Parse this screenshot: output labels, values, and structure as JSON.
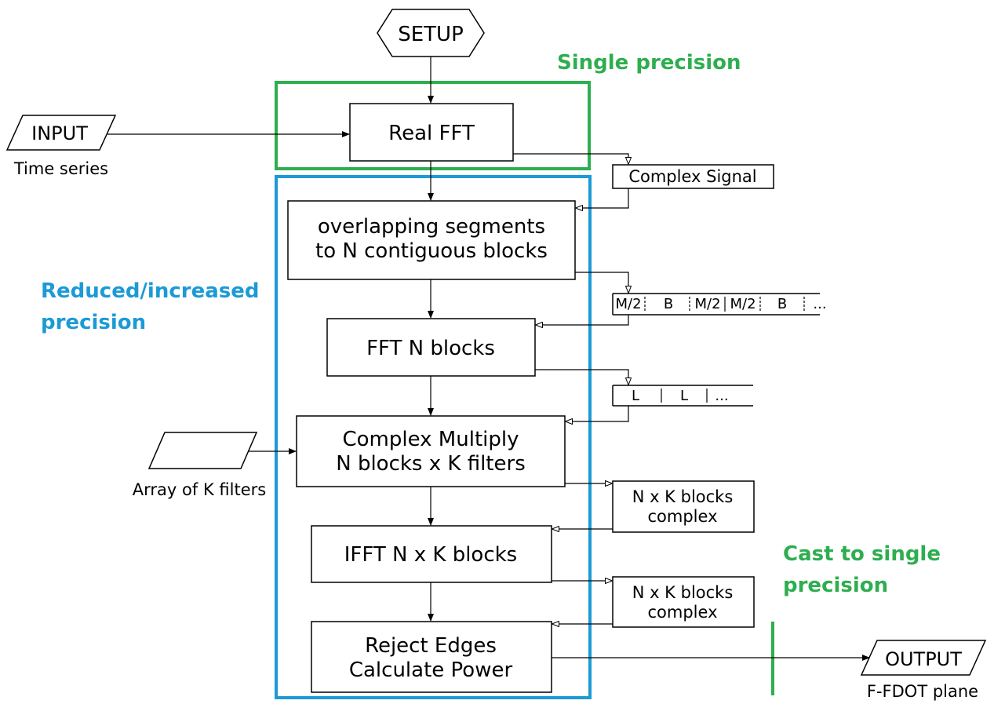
{
  "diagram": {
    "setup": "SETUP",
    "input": {
      "label": "INPUT",
      "caption": "Time series"
    },
    "output": {
      "label": "OUTPUT",
      "caption": "F-FDOT plane"
    },
    "filters_caption": "Array of K filters",
    "steps": {
      "real_fft": "Real FFT",
      "overlap": [
        "overlapping segments",
        "to N contiguous blocks"
      ],
      "fft_n": "FFT N blocks",
      "multiply": [
        "Complex Multiply",
        "N blocks x K filters"
      ],
      "ifft": "IFFT N x K blocks",
      "reject": [
        "Reject Edges",
        "Calculate Power"
      ]
    },
    "data_nodes": {
      "complex_signal": "Complex Signal",
      "segments_strip": [
        "M/2",
        "B",
        "M/2",
        "M/2",
        "B",
        "..."
      ],
      "blocks_strip": [
        "L",
        "L",
        "..."
      ],
      "nk_complex_1": [
        "N x K blocks",
        "complex"
      ],
      "nk_complex_2": [
        "N x K blocks",
        "complex"
      ]
    },
    "regions": {
      "single": {
        "label": "Single precision",
        "color": "#2eae4f"
      },
      "reduced": {
        "label": [
          "Reduced/increased",
          "precision"
        ],
        "color": "#1c9ad6"
      },
      "cast": {
        "label": [
          "Cast to single",
          "precision"
        ],
        "color": "#2eae4f"
      }
    }
  }
}
